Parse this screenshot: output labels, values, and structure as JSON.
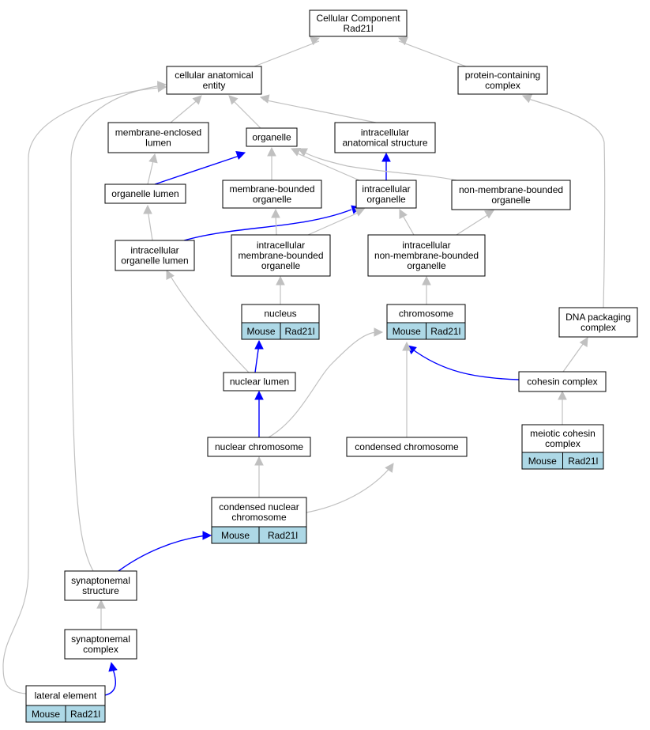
{
  "nodes": {
    "root": [
      "Cellular Component",
      "Rad21l"
    ],
    "cae": [
      "cellular anatomical",
      "entity"
    ],
    "pcc": [
      "protein-containing",
      "complex"
    ],
    "mel": [
      "membrane-enclosed",
      "lumen"
    ],
    "org": [
      "organelle"
    ],
    "ias": [
      "intracellular",
      "anatomical structure"
    ],
    "ol": [
      "organelle lumen"
    ],
    "mbo": [
      "membrane-bounded",
      "organelle"
    ],
    "io": [
      "intracellular",
      "organelle"
    ],
    "nmbo": [
      "non-membrane-bounded",
      "organelle"
    ],
    "iol": [
      "intracellular",
      "organelle lumen"
    ],
    "imbo": [
      "intracellular",
      "membrane-bounded",
      "organelle"
    ],
    "inmbo": [
      "intracellular",
      "non-membrane-bounded",
      "organelle"
    ],
    "nuc": [
      "nucleus"
    ],
    "chr": [
      "chromosome"
    ],
    "dpc": [
      "DNA packaging",
      "complex"
    ],
    "nl": [
      "nuclear lumen"
    ],
    "coh": [
      "cohesin complex"
    ],
    "nchr": [
      "nuclear chromosome"
    ],
    "cchr": [
      "condensed chromosome"
    ],
    "mcc": [
      "meiotic cohesin",
      "complex"
    ],
    "cnc": [
      "condensed nuclear",
      "chromosome"
    ],
    "ss": [
      "synaptonemal",
      "structure"
    ],
    "sc": [
      "synaptonemal",
      "complex"
    ],
    "le": [
      "lateral element"
    ]
  },
  "annotations": {
    "nuc": [
      "Mouse",
      "Rad21l"
    ],
    "chr": [
      "Mouse",
      "Rad21l"
    ],
    "mcc": [
      "Mouse",
      "Rad21l"
    ],
    "cnc": [
      "Mouse",
      "Rad21l"
    ],
    "le": [
      "Mouse",
      "Rad21l"
    ]
  },
  "colors": {
    "is_a_edge": "#c0c0c0",
    "part_of_edge": "#0000ff",
    "annotation_fill": "#add8e6"
  }
}
